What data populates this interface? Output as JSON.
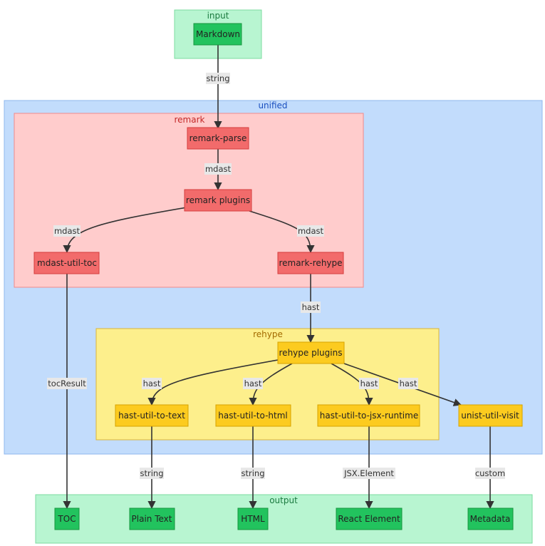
{
  "clusters": {
    "input": {
      "title": "input",
      "fill": "#b8f5d1",
      "stroke": "#7ddba0",
      "title_color": "#1a7a3f"
    },
    "unified": {
      "title": "unified",
      "fill": "#c2dcfc",
      "stroke": "#8fb7ee",
      "title_color": "#1a4fbf"
    },
    "remark": {
      "title": "remark",
      "fill": "#ffcccc",
      "stroke": "#f08a8a",
      "title_color": "#c42828"
    },
    "rehype": {
      "title": "rehype",
      "fill": "#fdef8c",
      "stroke": "#d9b53a",
      "title_color": "#a36a00"
    },
    "output": {
      "title": "output",
      "fill": "#b8f5d1",
      "stroke": "#7ddba0",
      "title_color": "#1a7a3f"
    }
  },
  "nodes": {
    "markdown": "Markdown",
    "remark_parse": "remark-parse",
    "remark_plugins": "remark plugins",
    "mdast_util_toc": "mdast-util-toc",
    "remark_rehype": "remark-rehype",
    "rehype_plugins": "rehype plugins",
    "hast_util_to_text": "hast-util-to-text",
    "hast_util_to_html": "hast-util-to-html",
    "hast_util_to_jsx_runtime": "hast-util-to-jsx-runtime",
    "unist_util_visit": "unist-util-visit",
    "toc": "TOC",
    "plain_text": "Plain Text",
    "html": "HTML",
    "react_element": "React Element",
    "metadata": "Metadata"
  },
  "edges": [
    {
      "from": "Markdown",
      "to": "remark-parse",
      "label": "string"
    },
    {
      "from": "remark-parse",
      "to": "remark plugins",
      "label": "mdast"
    },
    {
      "from": "remark plugins",
      "to": "mdast-util-toc",
      "label": "mdast"
    },
    {
      "from": "remark plugins",
      "to": "remark-rehype",
      "label": "mdast"
    },
    {
      "from": "remark-rehype",
      "to": "rehype plugins",
      "label": "hast"
    },
    {
      "from": "mdast-util-toc",
      "to": "TOC",
      "label": "tocResult"
    },
    {
      "from": "rehype plugins",
      "to": "hast-util-to-text",
      "label": "hast"
    },
    {
      "from": "rehype plugins",
      "to": "hast-util-to-html",
      "label": "hast"
    },
    {
      "from": "rehype plugins",
      "to": "hast-util-to-jsx-runtime",
      "label": "hast"
    },
    {
      "from": "rehype plugins",
      "to": "unist-util-visit",
      "label": "hast"
    },
    {
      "from": "hast-util-to-text",
      "to": "Plain Text",
      "label": "string"
    },
    {
      "from": "hast-util-to-html",
      "to": "HTML",
      "label": "string"
    },
    {
      "from": "hast-util-to-jsx-runtime",
      "to": "React Element",
      "label": "JSX.Element"
    },
    {
      "from": "unist-util-visit",
      "to": "Metadata",
      "label": "custom"
    }
  ],
  "colors": {
    "green_node_fill": "#22c35e",
    "green_node_stroke": "#17963f",
    "red_node_fill": "#f26b6b",
    "red_node_stroke": "#d43d3d",
    "yellow_node_fill": "#fccb1f",
    "yellow_node_stroke": "#d6a300",
    "edge": "#333333",
    "edge_label_bg": "#e8e8e8"
  }
}
